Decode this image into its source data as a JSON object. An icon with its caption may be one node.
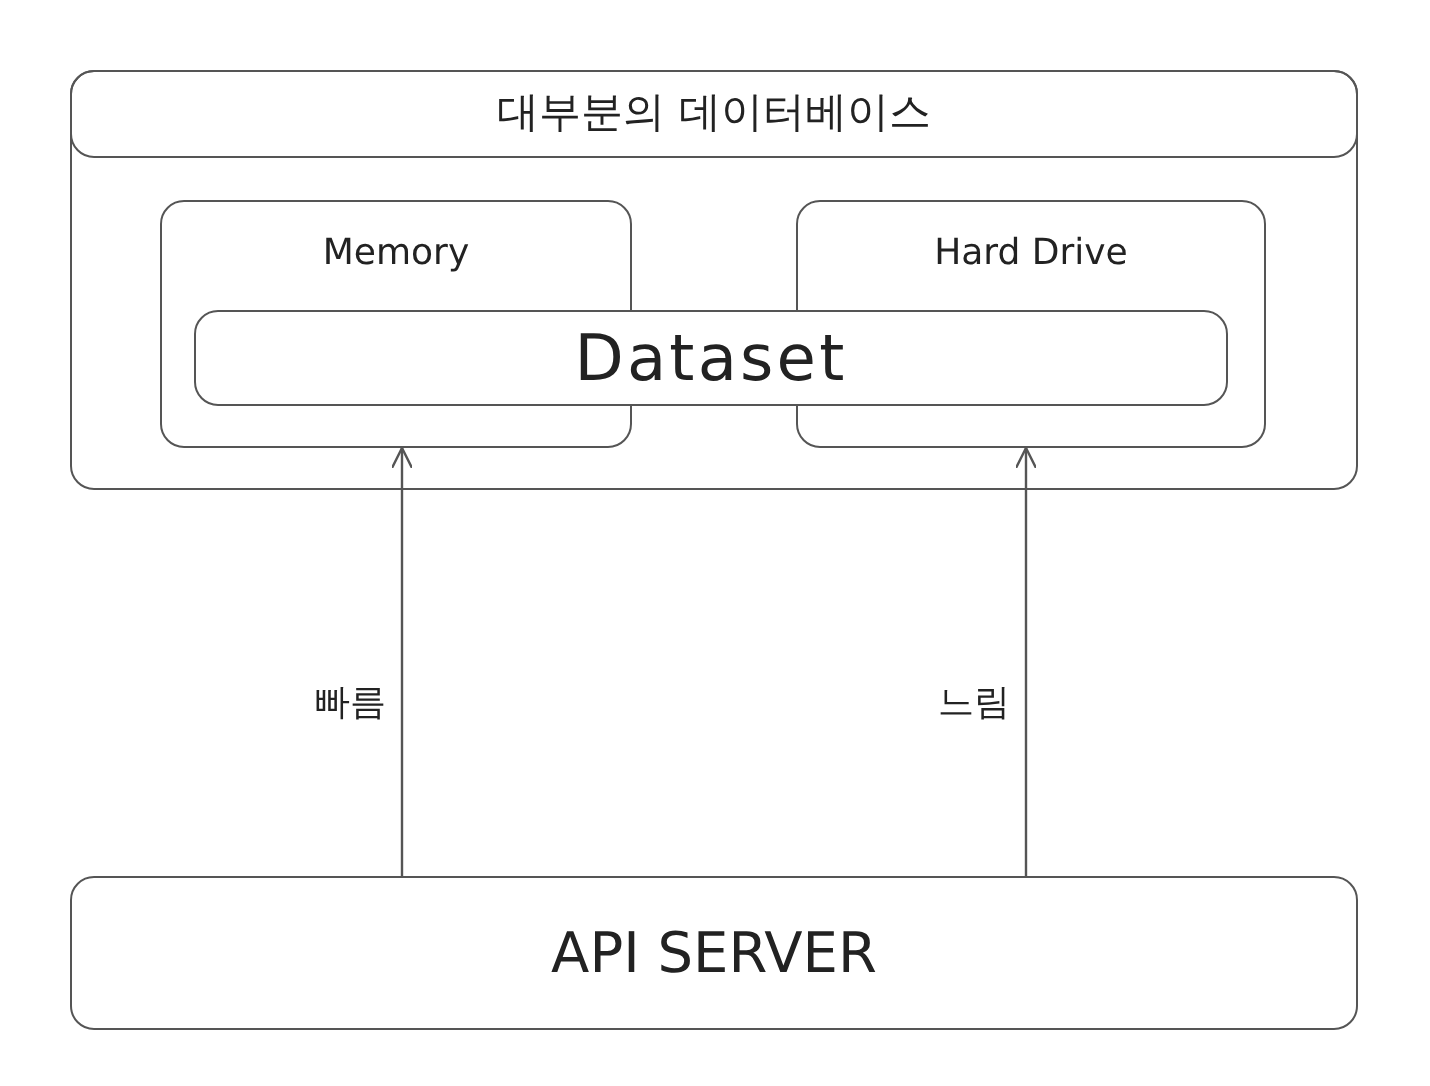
{
  "diagram": {
    "nodes": [
      {
        "text": [
          "대부분의 데이터베이스"
        ]
      },
      {
        "text": [
          "Memory"
        ],
        "in": 0
      },
      {
        "text": [
          "Hard Drive"
        ],
        "in": 0
      },
      {
        "text": [
          "Dataset"
        ],
        "in": 0
      },
      {
        "text": [
          "API SERVER"
        ]
      }
    ],
    "edges": [
      {
        "from": 4,
        "to": 1,
        "arrow": "to",
        "label": "빠름"
      },
      {
        "from": 4,
        "to": 2,
        "arrow": "to",
        "label": "느림"
      }
    ]
  }
}
